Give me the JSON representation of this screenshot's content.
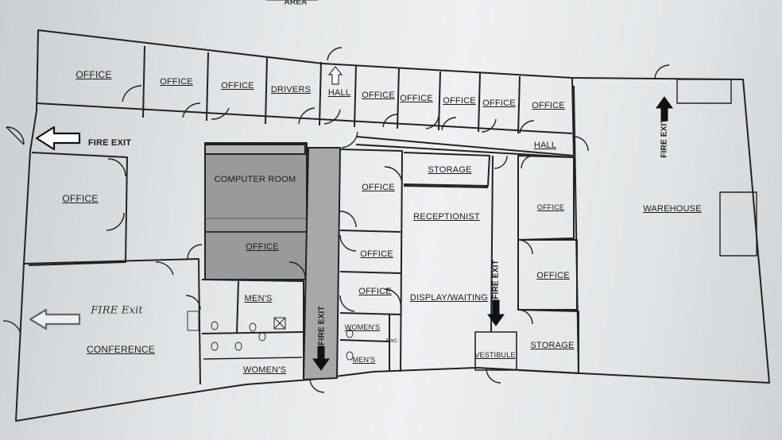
{
  "header_fragment": "AREA",
  "rooms": {
    "office_nw": "OFFICE",
    "office_top1": "OFFICE",
    "office_top2": "OFFICE",
    "drivers": "DRIVERS",
    "hall_top": "HALL",
    "office_top3": "OFFICE",
    "office_top4": "OFFICE",
    "office_top5": "OFFICE",
    "office_top6": "OFFICE",
    "office_top7": "OFFICE",
    "hall_right": "HALL",
    "office_west": "OFFICE",
    "computer_room": "COMPUTER ROOM",
    "office_center": "OFFICE",
    "office_mid1": "OFFICE",
    "storage_top": "STORAGE",
    "receptionist": "RECEPTIONIST",
    "office_mid2": "OFFICE",
    "office_mid3": "OFFICE",
    "display_waiting": "DISPLAY/WAITING",
    "office_east1": "OFFICE",
    "office_east2": "OFFICE",
    "storage_east": "STORAGE",
    "vestibule": "VESTIBULE",
    "warehouse": "WAREHOUSE",
    "mens_left": "MEN'S",
    "womens_left": "WOMEN'S",
    "womens_right": "WOMEN'S",
    "mens_right": "MEN'S",
    "conference": "CONFERENCE",
    "ewc": "EWC"
  },
  "exits": {
    "west": "FIRE EXIT",
    "conference_handwritten": "FIRE Exit",
    "corridor_vertical": "FIRE EXIT",
    "display_vertical": "FIRE EXIT",
    "warehouse_vertical": "FIRE EXIT"
  }
}
